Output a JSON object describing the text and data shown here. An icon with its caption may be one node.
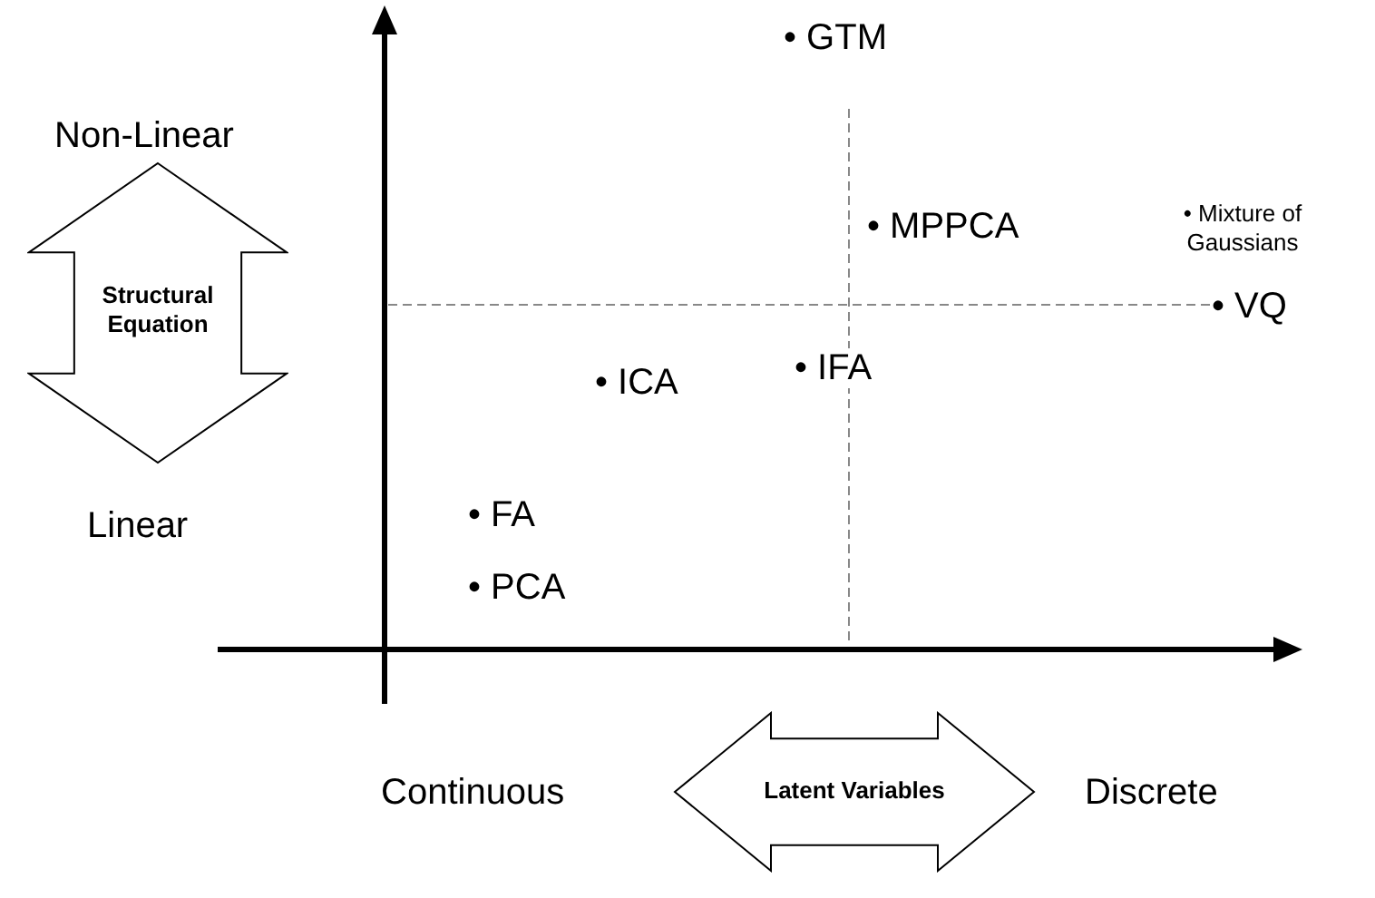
{
  "diagram": {
    "nodes": [
      {
        "text": [
          "Structural Equation"
        ]
      },
      {
        "text": [
          "Latent Variables"
        ]
      }
    ],
    "labels": [
      "• GTM",
      "Non-Linear",
      "• MPPCA",
      "• Mixture of Gaussians",
      "• VQ",
      "• ICA",
      "• IFA",
      "Linear",
      "• FA",
      "• PCA",
      "Continuous",
      "Discrete"
    ]
  }
}
